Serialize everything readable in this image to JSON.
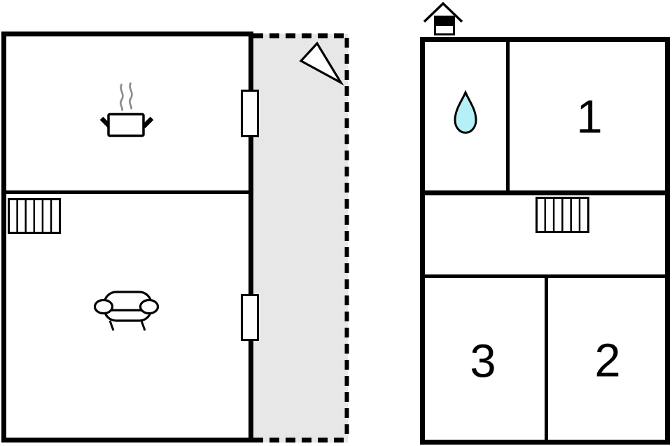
{
  "floorplan": {
    "type": "vacation-house-floor-plan",
    "colors": {
      "wall": "#000000",
      "terrace_fill": "#e7e7e7",
      "water_drop_fill": "#b5f0f6",
      "steam": "#8a8a8a",
      "background": "#ffffff"
    },
    "left_building": {
      "kitchen": {
        "icon": "cooking-pot-icon"
      },
      "living_room": {
        "icons": [
          "stairs-icon",
          "sofa-icon"
        ]
      },
      "window_count": 2
    },
    "terrace": {
      "outline": "dashed",
      "compass": "compass-arrow-icon"
    },
    "right_building": {
      "entrance": {
        "icon": "entrance-house-icon"
      },
      "bathroom": {
        "icon": "water-drop-icon"
      },
      "landing": {
        "icon": "stairs-icon"
      },
      "bedroom_1": {
        "label": "1"
      },
      "bedroom_2": {
        "label": "2"
      },
      "bedroom_3": {
        "label": "3"
      }
    }
  }
}
